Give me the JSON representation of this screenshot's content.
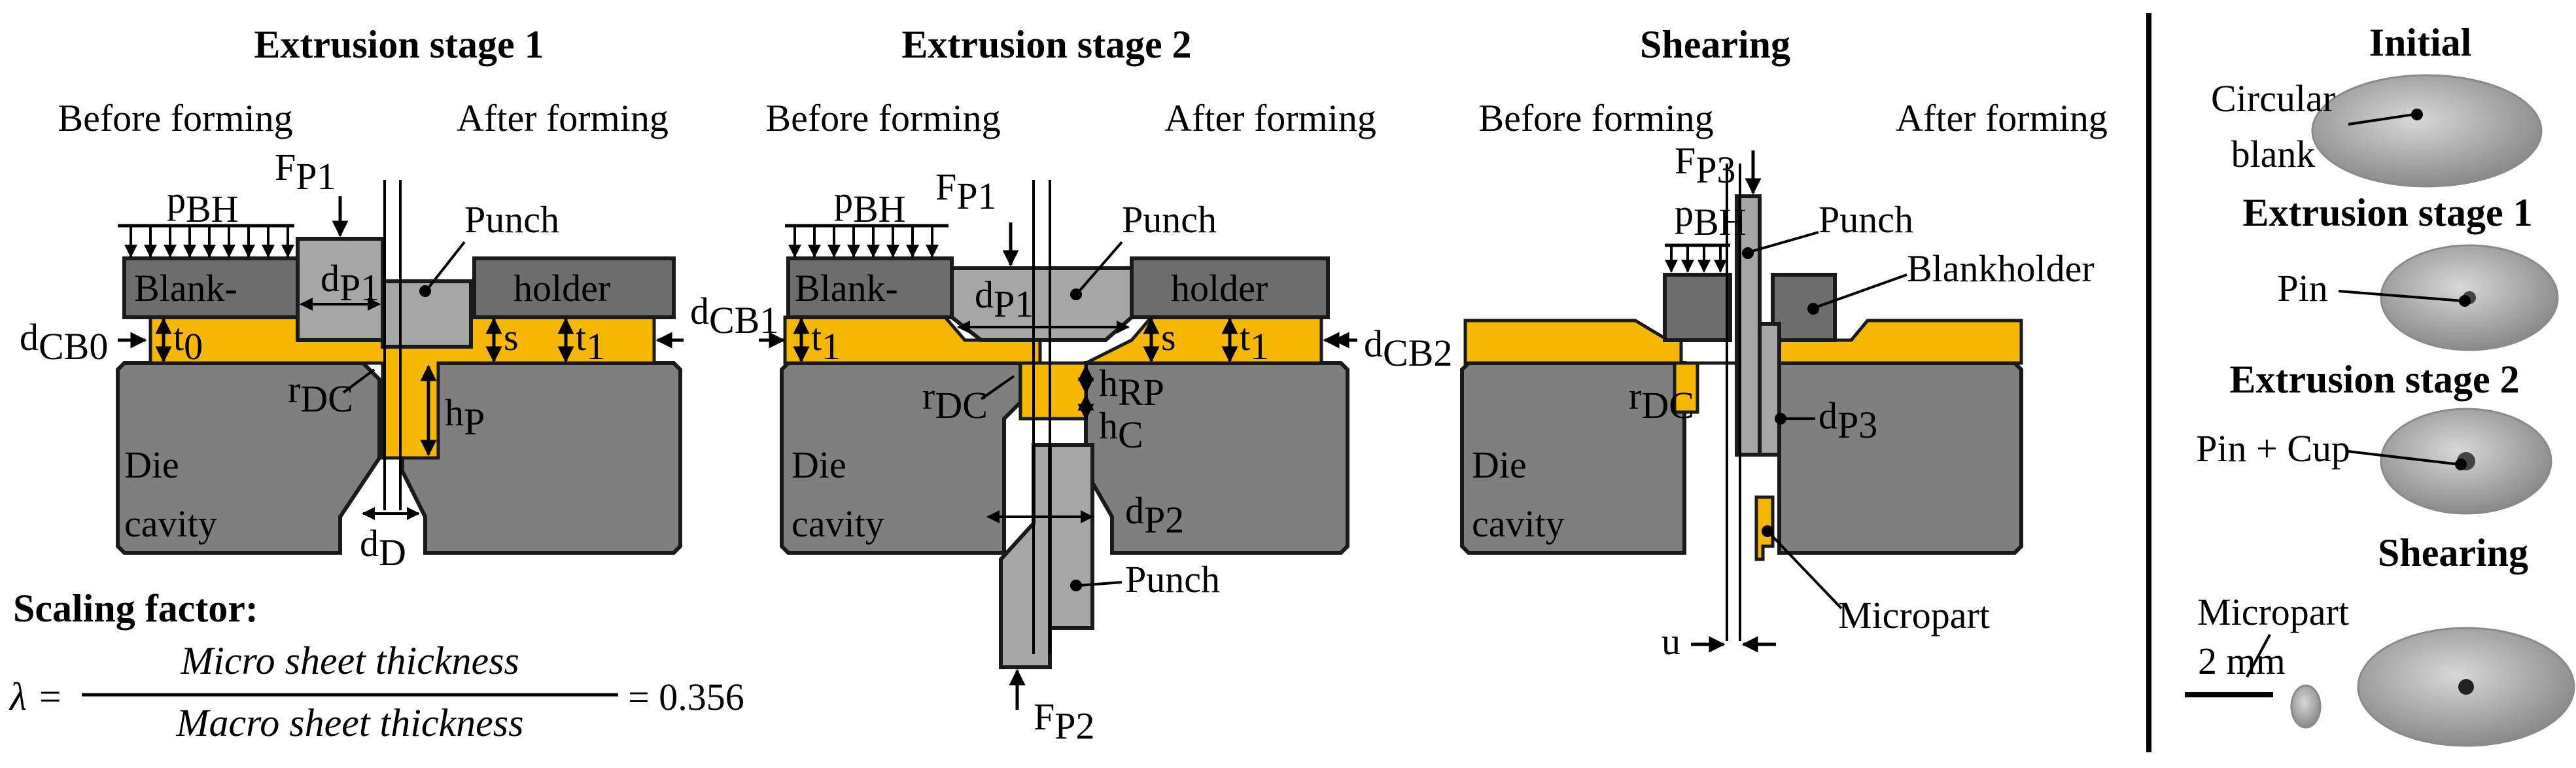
{
  "stages": {
    "s1": {
      "title": "Extrusion stage 1",
      "before": "Before forming",
      "after": "After forming"
    },
    "s2": {
      "title": "Extrusion stage 2",
      "before": "Before forming",
      "after": "After forming"
    },
    "s3": {
      "title": "Shearing",
      "before": "Before forming",
      "after": "After forming"
    }
  },
  "labels": {
    "p": "p",
    "bh": "BH",
    "f": "F",
    "p1": "P1",
    "p2": "P2",
    "p3": "P3",
    "d": "d",
    "cb0": "CB0",
    "cb1": "CB1",
    "cb2": "CB2",
    "dsub": "D",
    "t": "t",
    "zero": "0",
    "one": "1",
    "r": "r",
    "dc": "DC",
    "h": "h",
    "psub": "P",
    "rp": "RP",
    "c": "C",
    "s": "s",
    "u": "u",
    "punch": "Punch",
    "blank": "Blank-",
    "holder": "holder",
    "blankholder": "Blankholder",
    "die": "Die",
    "cavity": "cavity",
    "micropart": "Micropart"
  },
  "scaling": {
    "title": "Scaling factor:",
    "lambda": "λ =",
    "numerator": "Micro sheet thickness",
    "denominator": "Macro sheet thickness",
    "equals": "= 0.356"
  },
  "photos": {
    "initial": "Initial",
    "circular1": "Circular",
    "circular2": "blank",
    "ext1": "Extrusion stage 1",
    "pin": "Pin",
    "ext2": "Extrusion stage 2",
    "pincup": "Pin + Cup",
    "shear": "Shearing",
    "micropart": "Micropart",
    "scale": "2 mm"
  },
  "colors": {
    "tool": "#7f7f7f",
    "holder": "#6d6d6d",
    "punch": "#a6a6a6",
    "workpiece": "#f5b800"
  }
}
